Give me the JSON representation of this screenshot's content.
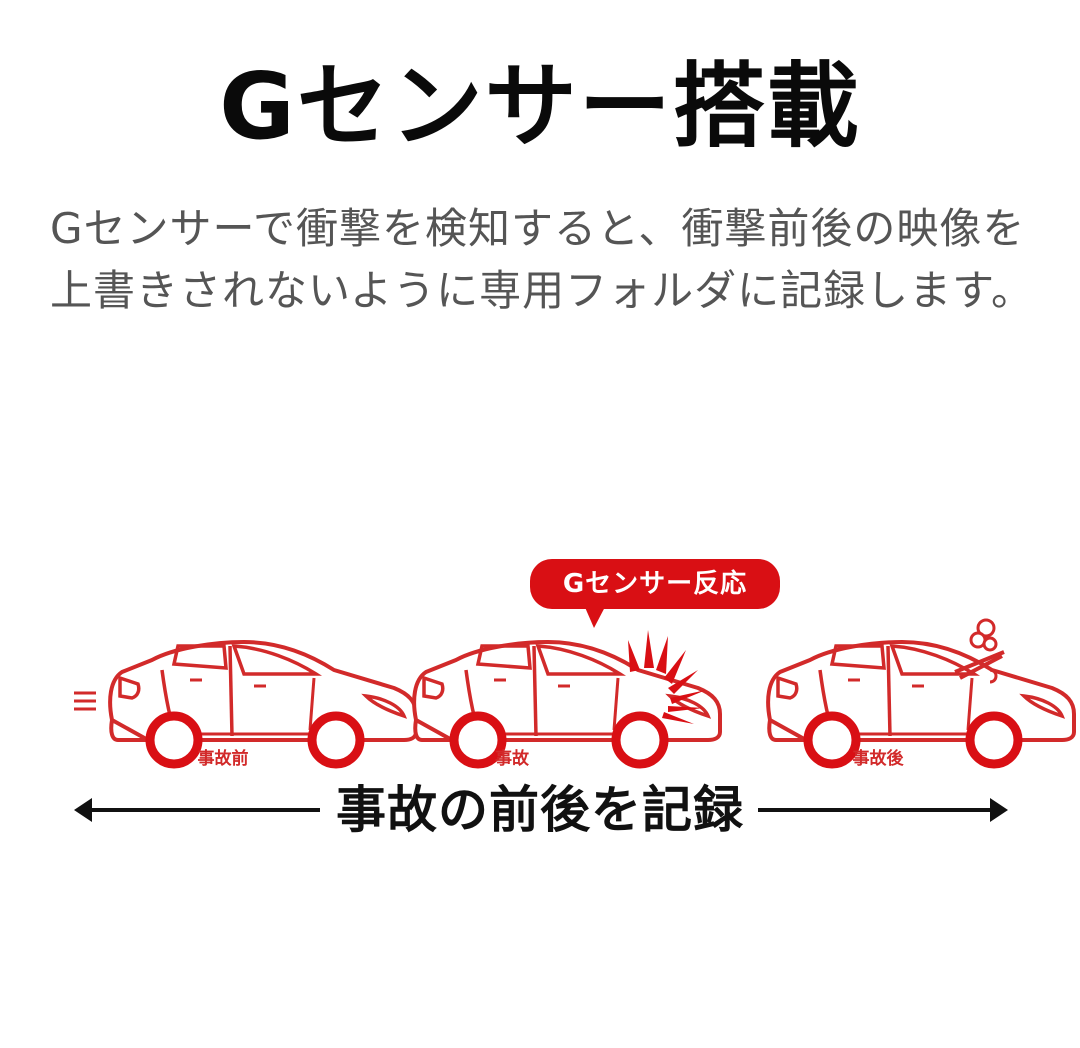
{
  "header": {
    "title": "Gセンサー搭載"
  },
  "description": {
    "line1": "Gセンサーで衝撃を検知すると、衝撃前後の映像を",
    "line2": "上書きされないように専用フォルダに記録します。"
  },
  "illustration": {
    "bubble_label": "Gセンサー反応",
    "cars": [
      {
        "label": "事故前",
        "state": "moving",
        "icon": "car-moving-icon"
      },
      {
        "label": "事故",
        "state": "impact",
        "icon": "car-impact-icon"
      },
      {
        "label": "事故後",
        "state": "damaged",
        "icon": "car-damaged-icon"
      }
    ],
    "timeline_label": "事故の前後を記録"
  },
  "colors": {
    "accent_red": "#d90f14",
    "line_red": "#d22a2a",
    "title_text": "#0a0a0a",
    "body_text": "#555555",
    "background": "#ffffff"
  }
}
